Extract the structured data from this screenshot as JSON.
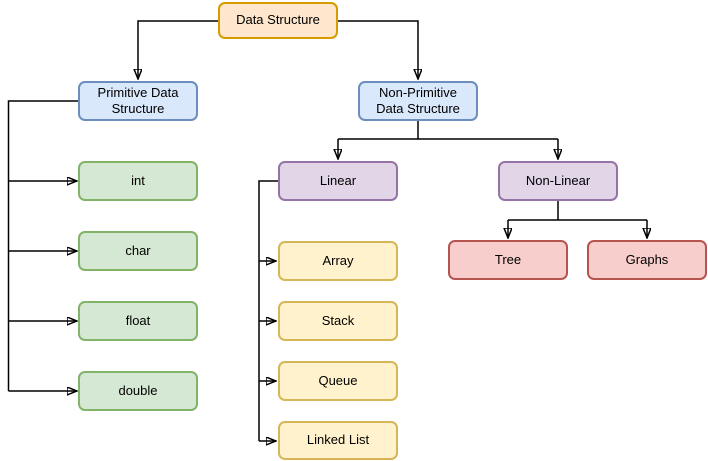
{
  "diagram": {
    "type": "flowchart",
    "background": "#ffffff",
    "connector_color": "#000000",
    "nodes": {
      "data_structure": {
        "label": "Data Structure",
        "color": "orange"
      },
      "primitive": {
        "label": "Primitive Data Structure",
        "color": "blue"
      },
      "non_primitive": {
        "label": "Non-Primitive Data Structure",
        "color": "blue"
      },
      "int": {
        "label": "int",
        "color": "green"
      },
      "char": {
        "label": "char",
        "color": "green"
      },
      "float": {
        "label": "float",
        "color": "green"
      },
      "double": {
        "label": "double",
        "color": "green"
      },
      "linear": {
        "label": "Linear",
        "color": "purple"
      },
      "non_linear": {
        "label": "Non-Linear",
        "color": "purple"
      },
      "array": {
        "label": "Array",
        "color": "yellow"
      },
      "stack": {
        "label": "Stack",
        "color": "yellow"
      },
      "queue": {
        "label": "Queue",
        "color": "yellow"
      },
      "linked_list": {
        "label": "Linked List",
        "color": "yellow"
      },
      "tree": {
        "label": "Tree",
        "color": "red"
      },
      "graphs": {
        "label": "Graphs",
        "color": "red"
      }
    },
    "palette": {
      "orange": {
        "fill": "#ffe6cc",
        "stroke": "#d79b00"
      },
      "blue": {
        "fill": "#dae8fc",
        "stroke": "#6c8ebf"
      },
      "green": {
        "fill": "#d5e8d4",
        "stroke": "#82b366"
      },
      "purple": {
        "fill": "#e1d5e7",
        "stroke": "#9673a6"
      },
      "yellow": {
        "fill": "#fff2cc",
        "stroke": "#d6b656"
      },
      "red": {
        "fill": "#f8cecc",
        "stroke": "#b85450"
      }
    },
    "edges": [
      {
        "from": "data_structure",
        "to": "primitive"
      },
      {
        "from": "data_structure",
        "to": "non_primitive"
      },
      {
        "from": "primitive",
        "to": "int"
      },
      {
        "from": "primitive",
        "to": "char"
      },
      {
        "from": "primitive",
        "to": "float"
      },
      {
        "from": "primitive",
        "to": "double"
      },
      {
        "from": "non_primitive",
        "to": "linear"
      },
      {
        "from": "non_primitive",
        "to": "non_linear"
      },
      {
        "from": "linear",
        "to": "array"
      },
      {
        "from": "linear",
        "to": "stack"
      },
      {
        "from": "linear",
        "to": "queue"
      },
      {
        "from": "linear",
        "to": "linked_list"
      },
      {
        "from": "non_linear",
        "to": "tree"
      },
      {
        "from": "non_linear",
        "to": "graphs"
      }
    ]
  }
}
